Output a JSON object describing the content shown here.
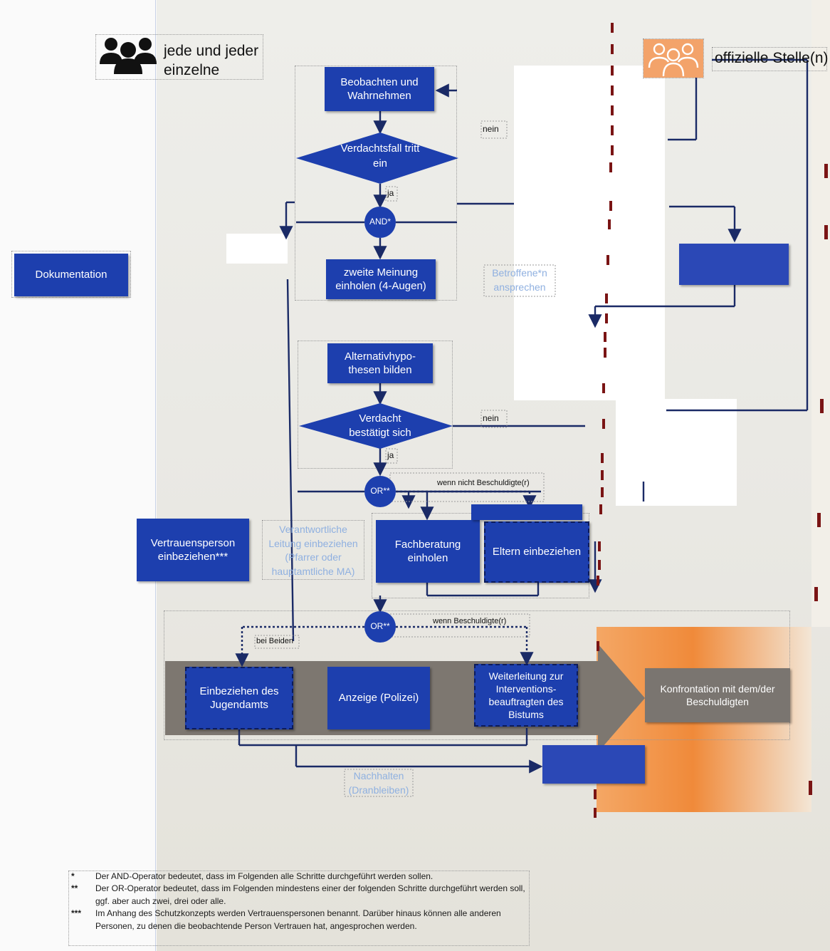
{
  "headers": {
    "individuals": "jede und jeder einzelne",
    "official": "offizielle Stelle(n)"
  },
  "boxes": {
    "observe": "Beobachten und Wahrnehmen",
    "suspicion": "Verdachtsfall tritt ein",
    "and_gate": "AND*",
    "second_opinion": "zweite Meinung einholen (4-Augen)",
    "documentation": "Dokumentation",
    "alternative": "Alternativhypo-thesen bilden",
    "confirmed": "Verdacht bestätigt sich",
    "or_gate_1": "OR**",
    "or_gate_2": "OR**",
    "trusted_person": "Vertrauensperson einbeziehen***",
    "expert_advice": "Fachberatung einholen",
    "parents": "Eltern einbeziehen",
    "youth_office": "Einbeziehen des Jugendamts",
    "police": "Anzeige (Polizei)",
    "forwarding": "Weiterleitung zur Interventions-beauftragten des Bistums",
    "confrontation": "Konfrontation mit dem/der Beschuldigten"
  },
  "labels": {
    "yes_1": "ja",
    "yes_2": "ja",
    "no_1": "nein",
    "no_2": "nein",
    "affected": "Betroffene*n ansprechen",
    "leadership": "Verantwortliche Leitung einbeziehen (Pfarrer oder hauptamtliche MA)",
    "if_not_accused": "wenn nicht Beschuldigte(r)",
    "if_accused": "wenn Beschuldigte(r)",
    "with_both": "bei Beiden",
    "follow_up": "Nachhalten (Dranbleiben)"
  },
  "footnotes": [
    {
      "mark": "*",
      "text": "Der AND-Operator bedeutet, dass im Folgenden alle Schritte durchgeführt werden sollen."
    },
    {
      "mark": "**",
      "text": "Der OR-Operator bedeutet, dass im Folgenden mindestens einer der folgenden Schritte durchgeführt werden soll, ggf. aber auch zwei, drei oder alle."
    },
    {
      "mark": "***",
      "text": "Im Anhang des Schutzkonzepts werden Vertrauenspersonen benannt. Darüber hinaus können alle anderen Personen, zu denen die beobachtende Person Vertrauen hat, angesprochen werden."
    }
  ],
  "colors": {
    "box_blue": "#1d3fae",
    "arrow_band": "#7d7770",
    "orange": "#f08a3a",
    "label_blue": "#8fb0e0",
    "dark_red": "#7a1414"
  },
  "icons": {
    "individuals": "group-icon",
    "official": "people-outline-icon"
  }
}
